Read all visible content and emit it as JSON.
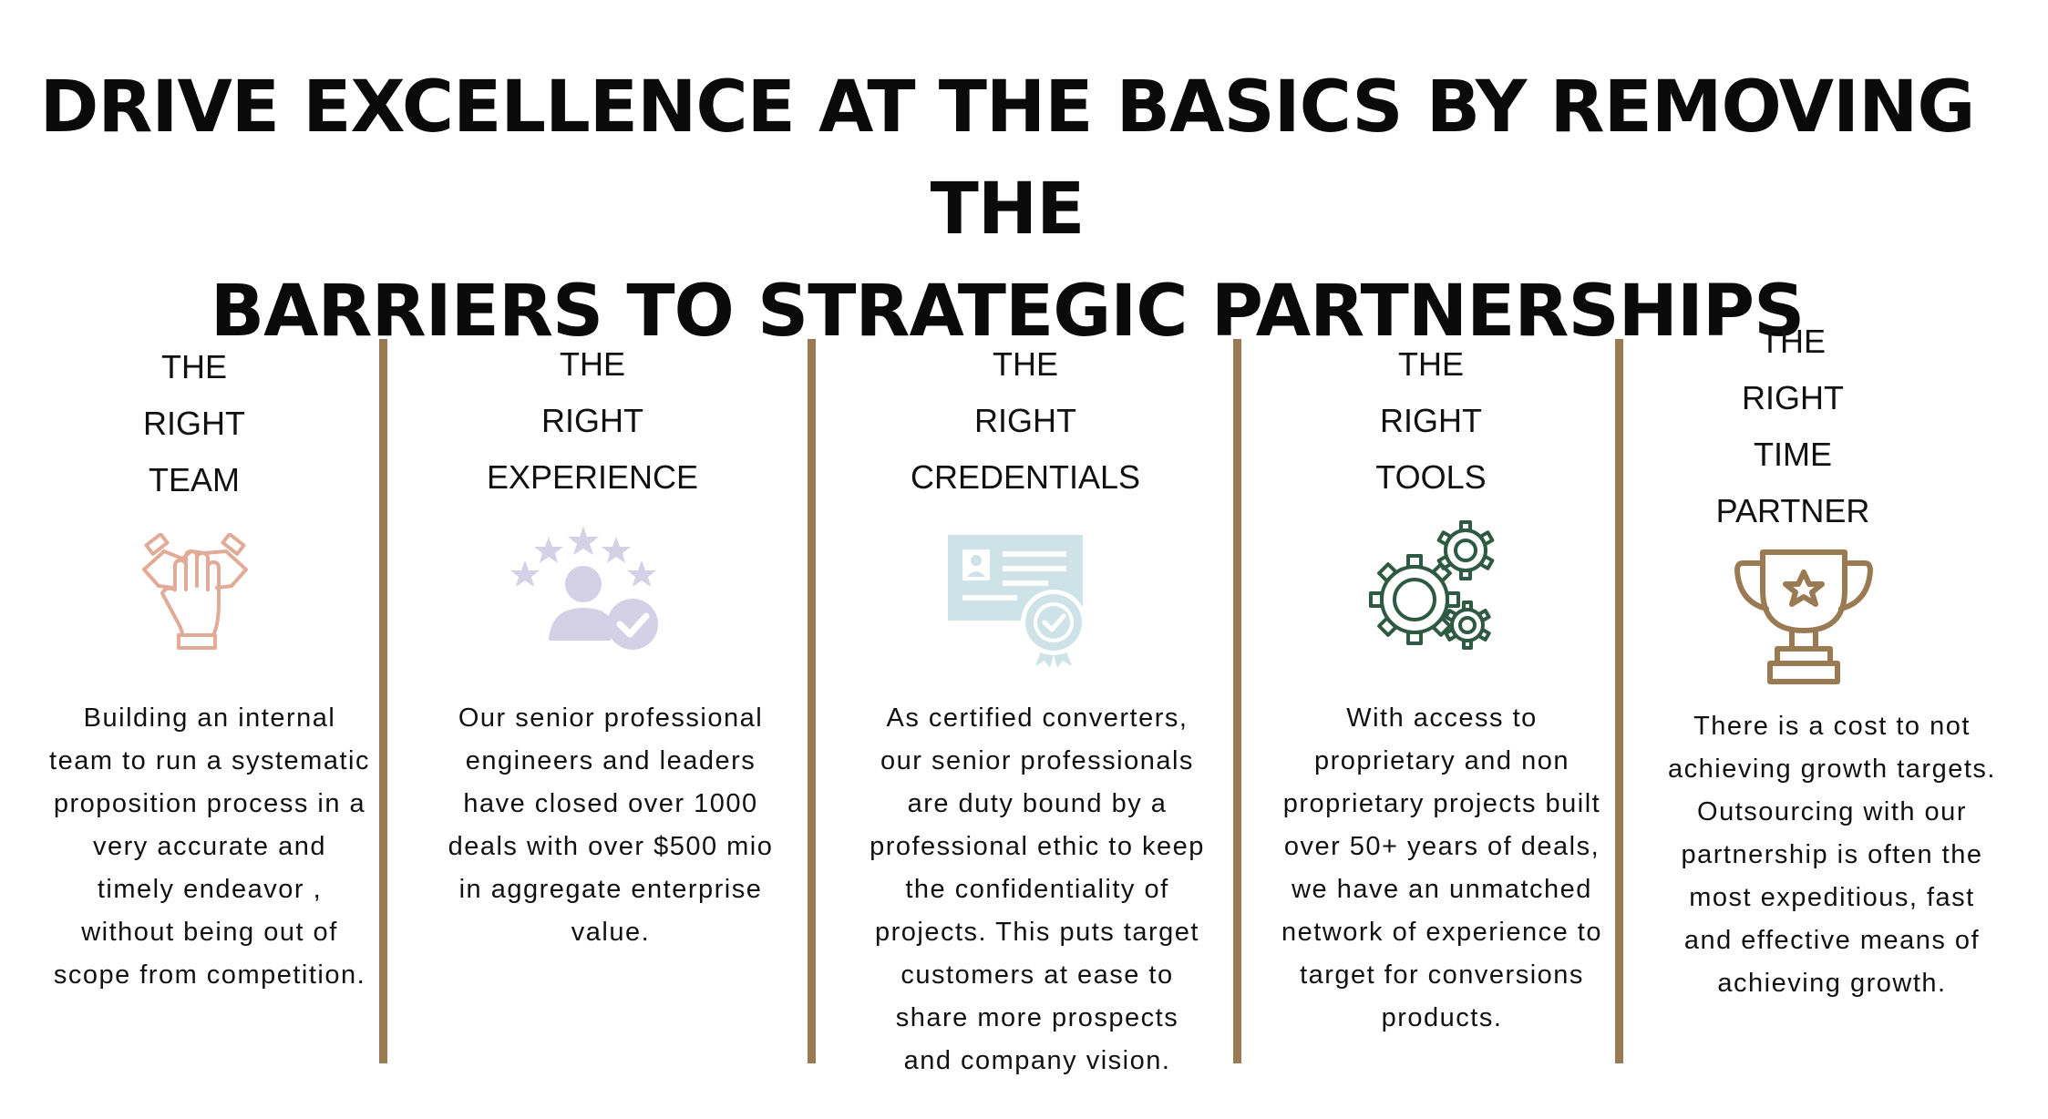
{
  "headline": {
    "line1": "DRIVE EXCELLENCE AT THE BASICS BY REMOVING THE",
    "line2": "BARRIERS TO STRATEGIC PARTNERSHIPS"
  },
  "columns": [
    {
      "title": [
        "THE",
        "RIGHT",
        "TEAM"
      ],
      "icon": "hands-together-icon",
      "icon_color": "#e2ab98",
      "body": [
        "Building an internal",
        "team to run a systematic",
        "proposition process in a",
        "very accurate and",
        "timely endeavor ,",
        "without being out of",
        "scope from competition."
      ]
    },
    {
      "title": [
        "THE",
        "RIGHT",
        "EXPERIENCE"
      ],
      "icon": "star-rating-user-icon",
      "icon_color": "#d4d1e6",
      "body": [
        "Our senior professional",
        "engineers and leaders",
        "have closed over 1000",
        "deals with over $500 mio",
        "in aggregate enterprise",
        "value."
      ]
    },
    {
      "title": [
        "THE",
        "RIGHT",
        "CREDENTIALS"
      ],
      "icon": "certificate-badge-icon",
      "icon_color": "#cde3e8",
      "body": [
        "As certified converters,",
        "our senior professionals",
        "are duty bound by a",
        "professional ethic to keep",
        "the confidentiality of",
        "projects. This puts target",
        "customers at ease to",
        "share more prospects",
        "and company vision."
      ]
    },
    {
      "title": [
        "THE",
        "RIGHT",
        "TOOLS"
      ],
      "icon": "gears-icon",
      "icon_color": "#2e5a43",
      "body": [
        "With access to",
        "proprietary and non",
        "proprietary projects built",
        "over 50+ years of deals,",
        "we have an unmatched",
        "network of experience to",
        "target for conversions",
        "products."
      ]
    },
    {
      "title": [
        "THE",
        "RIGHT",
        "TIME",
        "PARTNER"
      ],
      "icon": "trophy-icon",
      "icon_color": "#9a7a52",
      "body": [
        "There is a cost to not",
        "achieving growth targets.",
        "Outsourcing with our",
        "partnership is often the",
        "most expeditious, fast",
        "and effective means of",
        "achieving growth."
      ]
    }
  ],
  "colors": {
    "divider": "#9a7a52"
  }
}
